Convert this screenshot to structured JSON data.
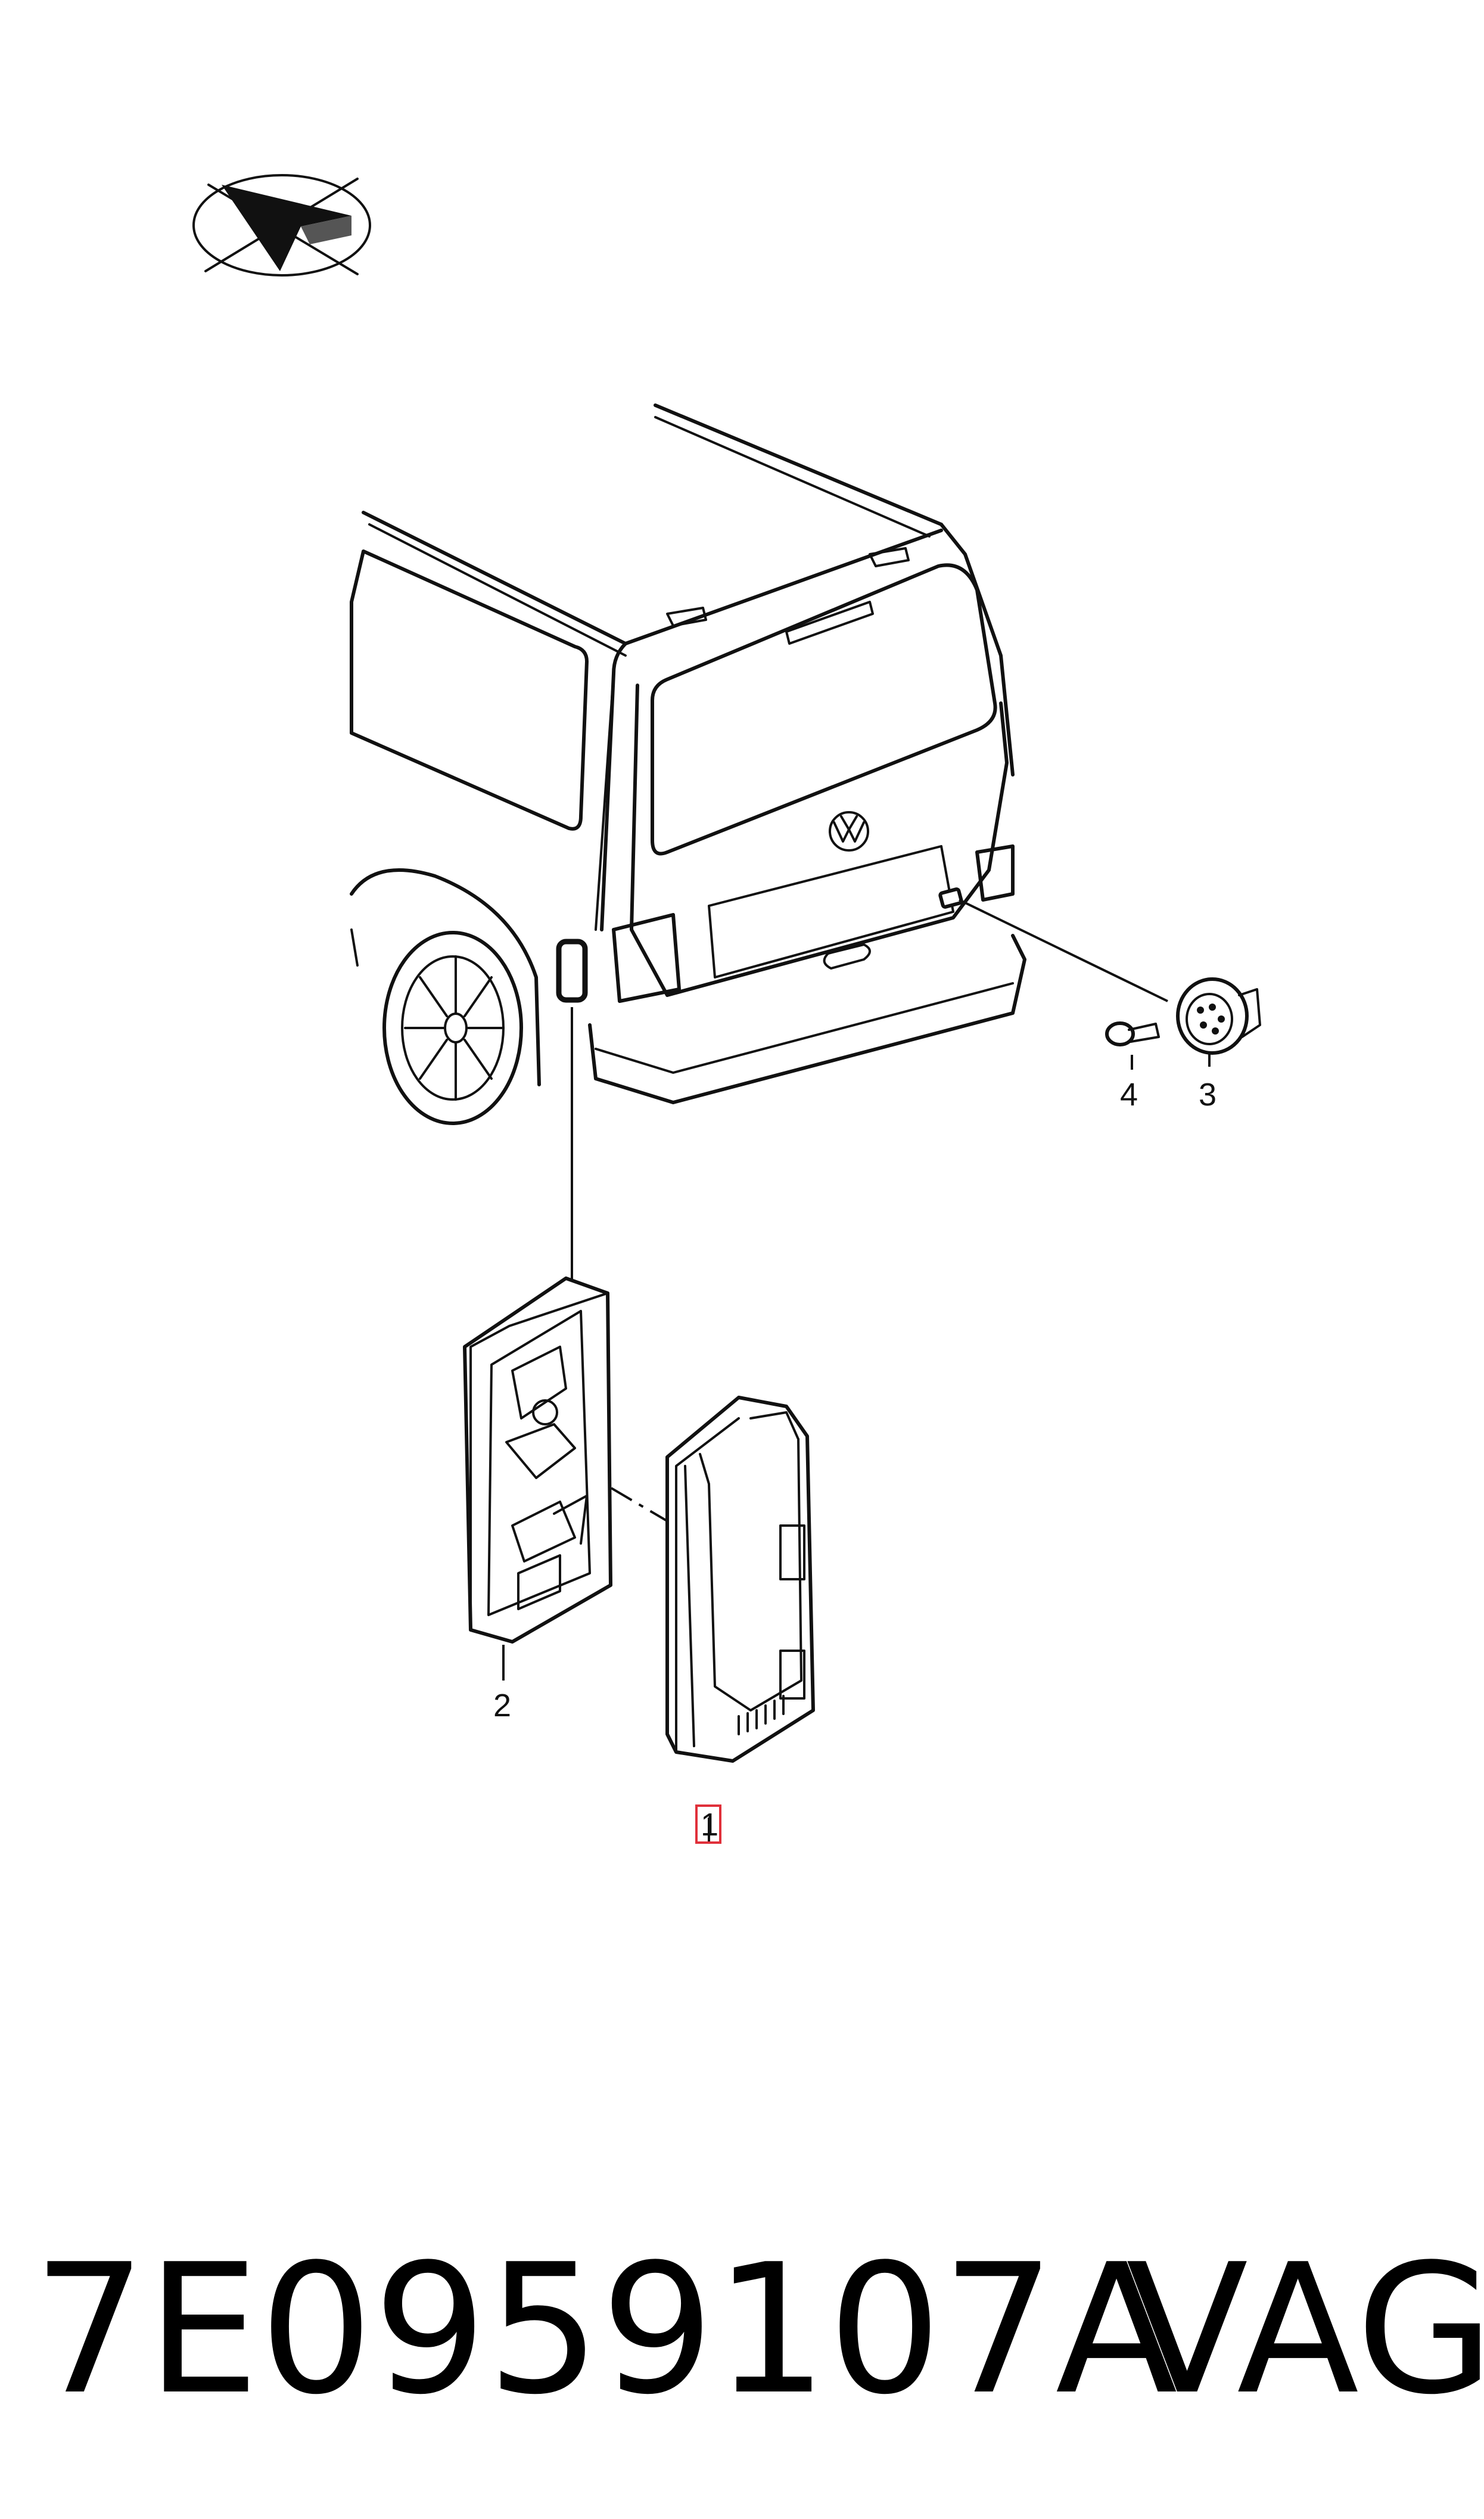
{
  "callouts": {
    "item1": "1",
    "item2": "2",
    "item3": "3",
    "item4": "4"
  },
  "caption": {
    "part_number": "7E0959107A",
    "brand": "VAG"
  },
  "colors": {
    "line": "#111111",
    "highlight": "#e0303a",
    "background": "#ffffff"
  },
  "icons": [
    "orientation-arrow-icon"
  ]
}
